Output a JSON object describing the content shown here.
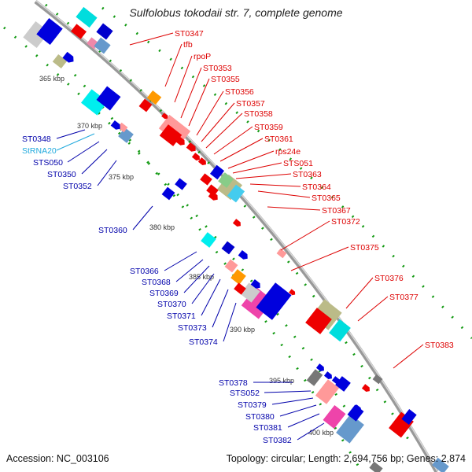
{
  "title": "Sulfolobus tokodaii str. 7, complete genome",
  "footer": {
    "accession": "Accession: NC_003106",
    "topology": "Topology: circular; Length: 2,694,756 bp; Genes: 2,874"
  },
  "colors": {
    "forward_labels": "#dd0000",
    "reverse_labels": "#0000aa",
    "rna_label": "#22aadd",
    "backbone": "#999999"
  },
  "kbp_ticks": [
    "365 kbp",
    "370 kbp",
    "375 kbp",
    "380 kbp",
    "385 kbp",
    "390 kbp",
    "395 kbp",
    "400 kbp"
  ],
  "labels_forward": [
    "ST0347",
    "tfb",
    "rpoP",
    "ST0353",
    "ST0355",
    "ST0356",
    "ST0357",
    "ST0358",
    "ST0359",
    "ST0361",
    "rps24e",
    "STS051",
    "ST0363",
    "ST0364",
    "ST0365",
    "ST0367",
    "ST0372",
    "ST0375",
    "ST0376",
    "ST0377",
    "ST0383"
  ],
  "labels_reverse": [
    "ST0348",
    "StRNA20",
    "STS050",
    "ST0350",
    "ST0352",
    "ST0360",
    "ST0366",
    "ST0368",
    "ST0369",
    "ST0370",
    "ST0371",
    "ST0373",
    "ST0374",
    "ST0378",
    "STS052",
    "ST0379",
    "ST0380",
    "ST0381",
    "ST0382"
  ]
}
